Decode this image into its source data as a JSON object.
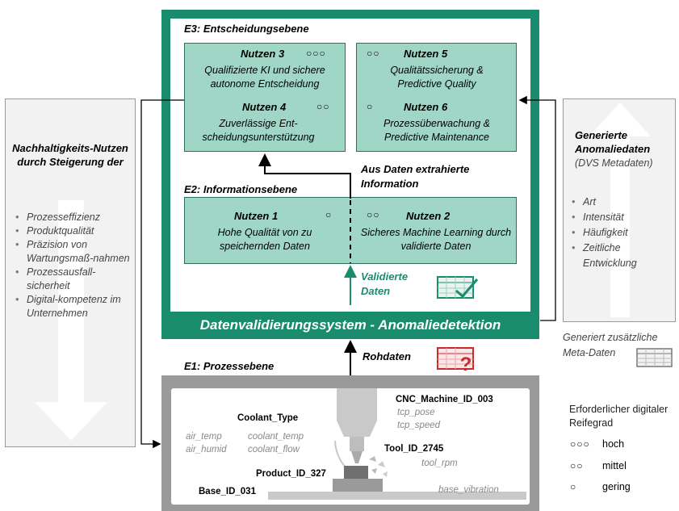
{
  "left_panel": {
    "title": "Nachhaltigkeits-Nutzen durch Steigerung der",
    "items": [
      "Prozesseffizienz",
      "Produktqualität",
      "Präzision von Wartungsmaß-nahmen",
      "Prozessausfall-sicherheit",
      "Digital-kompetenz im Unternehmen"
    ]
  },
  "right_panel": {
    "title": "Generierte Anomaliedaten",
    "subtitle": "(DVS Metadaten)",
    "items": [
      "Art",
      "Intensität",
      "Häufigkeit",
      "Zeitliche Entwicklung"
    ]
  },
  "system": {
    "e3_title": "E3: Entscheidungsebene",
    "e2_title": "E2: Informationsebene",
    "footer": "Datenvalidierungssystem - Anomaliedetektion",
    "extracted_info": "Aus Daten extrahierte Information",
    "validated_data": "Validierte Daten"
  },
  "benefits": {
    "n3": {
      "title": "Nutzen 3",
      "dots": "○○○",
      "text": "Qualifizierte KI und sichere autonome Entscheidung"
    },
    "n4": {
      "title": "Nutzen 4",
      "dots": "○○",
      "text": "Zuverlässige Ent-scheidungsunterstützung"
    },
    "n5": {
      "title": "Nutzen 5",
      "dots": "○○",
      "text": "Qualitätssicherung & Predictive Quality"
    },
    "n6": {
      "title": "Nutzen 6",
      "dots": "○",
      "text": "Prozessüberwachung & Predictive Maintenance"
    },
    "n1": {
      "title": "Nutzen 1",
      "dots": "○",
      "text": "Hohe Qualität von zu speichernden Daten"
    },
    "n2": {
      "title": "Nutzen 2",
      "dots": "○○",
      "text": "Sicheres Machine Learning durch validierte Daten"
    }
  },
  "rohdaten": "Rohdaten",
  "meta_note": "Generiert zusätzliche Meta-Daten",
  "process": {
    "title": "E1: Prozessebene",
    "coolant_type": "Coolant_Type",
    "machine_id": "CNC_Machine_ID_003",
    "tool_id": "Tool_ID_2745",
    "product_id": "Product_ID_327",
    "base_id": "Base_ID_031",
    "air_temp": "air_temp",
    "air_humid": "air_humid",
    "coolant_temp": "coolant_temp",
    "coolant_flow": "coolant_flow",
    "tcp_pose": "tcp_pose",
    "tcp_speed": "tcp_speed",
    "tool_rpm": "tool_rpm",
    "base_vibration": "base_vibration"
  },
  "legend": {
    "title": "Erforderlicher digitaler Reifegrad",
    "items": [
      {
        "dots": "○○○",
        "label": "hoch"
      },
      {
        "dots": "○○",
        "label": "mittel"
      },
      {
        "dots": "○",
        "label": "gering"
      }
    ]
  },
  "colors": {
    "teal": "#1a8c6e",
    "benefit_fill": "#9fd6c6",
    "process_grey": "#9a9a9a",
    "badge_red": "#cc2a2a"
  }
}
